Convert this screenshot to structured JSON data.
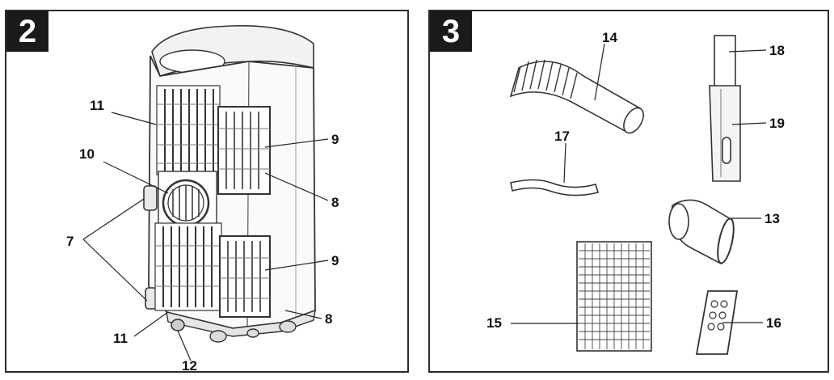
{
  "panels": [
    {
      "badge": "2",
      "callouts": [
        "11",
        "10",
        "7",
        "11",
        "12",
        "9",
        "8",
        "9",
        "8"
      ],
      "parts": [
        "unit-body",
        "exhaust-port",
        "vent-grille",
        "caster-wheel",
        "drain-plug",
        "cord-hook"
      ]
    },
    {
      "badge": "3",
      "callouts": [
        "14",
        "17",
        "18",
        "19",
        "13",
        "15",
        "16"
      ],
      "parts": [
        "exhaust-hose",
        "drain-hose",
        "window-slider-upper",
        "window-slider-lower",
        "hose-adapter",
        "air-filter",
        "remote-control"
      ]
    }
  ]
}
